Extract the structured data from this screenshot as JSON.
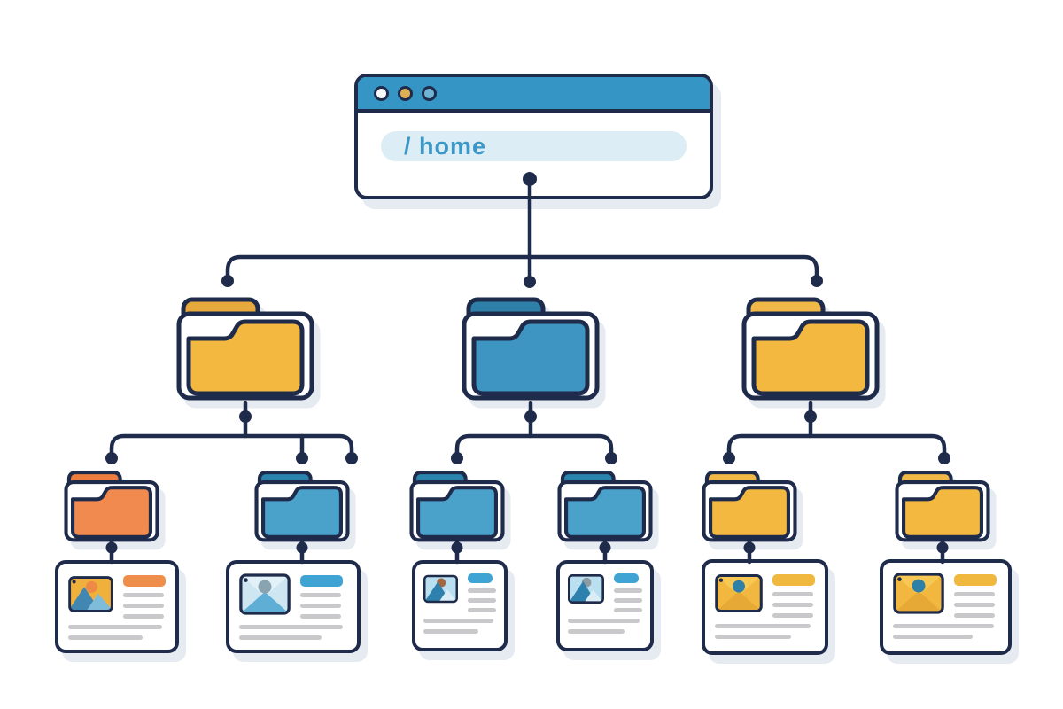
{
  "colors": {
    "outline_navy": "#1E2B4B",
    "connector_line": "#1E2B4B",
    "background": "#FFFFFF",
    "shadow": "#E6EBF2",
    "browser_header_blue": "#3595C4",
    "address_bar_bg": "#DCEDF5",
    "address_text_blue": "#3B98C6",
    "text_line_gray": "#C9C9CB",
    "folder_yellow": "#F3B840",
    "folder_blue": "#3F95C1",
    "folder_orange": "#F08A4E",
    "accent_orange": "#EF8E4B",
    "accent_blue": "#3FA3D3",
    "accent_yellow": "#F1B83F"
  },
  "browser": {
    "address_value": "/ home",
    "dots": [
      {
        "name": "window-dot-white",
        "fill": "#F7F9F9"
      },
      {
        "name": "window-dot-gold",
        "fill": "#DFAF55"
      },
      {
        "name": "window-dot-blue",
        "fill": "#6FB4D5"
      }
    ]
  },
  "level2_folders": [
    {
      "id": "folder-left-yellow",
      "fill": "#F3B840",
      "tab": "#E8A93C"
    },
    {
      "id": "folder-middle-blue",
      "fill": "#3F95C1",
      "tab": "#2E80A9"
    },
    {
      "id": "folder-right-yellow",
      "fill": "#F3B840",
      "tab": "#F0B846"
    }
  ],
  "level3_folders": [
    {
      "id": "subfolder-1-orange",
      "fill": "#F08A4E",
      "tab": "#EE7C3C"
    },
    {
      "id": "subfolder-2-blue",
      "fill": "#4AA1CA",
      "tab": "#2B84AD"
    },
    {
      "id": "subfolder-3-blue",
      "fill": "#4AA1CA",
      "tab": "#2B84AD"
    },
    {
      "id": "subfolder-4-blue",
      "fill": "#4AA1CA",
      "tab": "#2B84AD"
    },
    {
      "id": "subfolder-5-yellow",
      "fill": "#F3B840",
      "tab": "#F0B846"
    },
    {
      "id": "subfolder-6-yellow",
      "fill": "#F3B840",
      "tab": "#F0B846"
    }
  ],
  "documents": [
    {
      "id": "page-1",
      "accent": "#EF8E4B",
      "thumb": {
        "bg": "#F0B13C",
        "circle": "#EC8A46",
        "shape_a": "#4187B2",
        "shape_b": "#7FBCD9"
      }
    },
    {
      "id": "page-2",
      "accent": "#3FA3D3",
      "thumb": {
        "bg": "#CDE6F2",
        "circle": "#8AA3B0",
        "shape_a": "#5FAED5",
        "shape_b": "#E2F0F7"
      }
    },
    {
      "id": "page-3",
      "accent": "#3FA3D3",
      "thumb": {
        "bg": "#B9DFF0",
        "circle": "#A5653F",
        "shape_a": "#2F81AD",
        "shape_b": "#DCEEF5"
      }
    },
    {
      "id": "page-4",
      "accent": "#3FA3D3",
      "thumb": {
        "bg": "#B9DFF0",
        "circle": "#8D9BA3",
        "shape_a": "#2F81AD",
        "shape_b": "#DCEEF5"
      }
    },
    {
      "id": "page-5",
      "accent": "#F1B83F",
      "thumb": {
        "bg": "#F1B73E",
        "circle": "#2F80A7",
        "shape_a": "#E7A935",
        "shape_b": "#F7C954"
      }
    },
    {
      "id": "page-6",
      "accent": "#F1B83F",
      "thumb": {
        "bg": "#F1B73E",
        "circle": "#2F80A7",
        "shape_a": "#E7A935",
        "shape_b": "#F7C954"
      }
    }
  ]
}
